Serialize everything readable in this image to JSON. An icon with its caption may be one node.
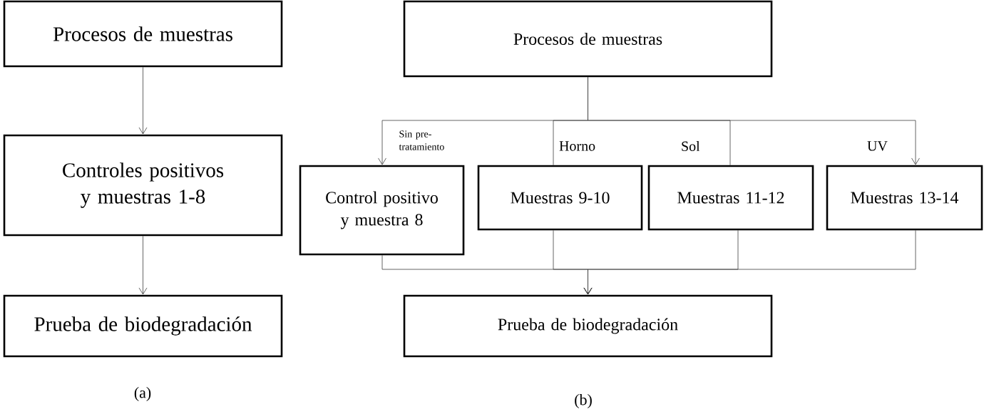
{
  "diagram": {
    "nodes": [
      {
        "text": [
          "Procesos de muestras"
        ]
      },
      {
        "text": [
          "Controles positivos y muestras 1-8"
        ]
      },
      {
        "text": [
          "Prueba de biodegradación"
        ]
      },
      {
        "text": [
          "Procesos de muestras"
        ]
      },
      {
        "text": [
          "Control positivo y muestra 8"
        ]
      },
      {
        "text": [
          "Muestras 9-10"
        ]
      },
      {
        "text": [
          "Muestras 11-12"
        ]
      },
      {
        "text": [
          "Muestras 13-14"
        ]
      },
      {
        "text": [
          "Prueba de biodegradación"
        ]
      }
    ],
    "edges": [
      {
        "from": 0,
        "to": 1,
        "arrow": "to"
      },
      {
        "from": 1,
        "to": 2,
        "arrow": "to"
      },
      {
        "from": 3,
        "to": 4,
        "arrow": "to",
        "label": "Sin pre-tratamiento"
      },
      {
        "from": 3,
        "to": 5,
        "arrow": "none",
        "label": "Horno"
      },
      {
        "from": 3,
        "to": 6,
        "arrow": "none",
        "label": "Sol"
      },
      {
        "from": 3,
        "to": 7,
        "arrow": "to",
        "label": "UV"
      },
      {
        "from": 4,
        "to": 8,
        "arrow": "to"
      },
      {
        "from": 5,
        "to": 8,
        "arrow": "to"
      },
      {
        "from": 6,
        "to": 8,
        "arrow": "to"
      },
      {
        "from": 7,
        "to": 8,
        "arrow": "to"
      }
    ],
    "labels": [
      "(a)",
      "(b)"
    ]
  }
}
